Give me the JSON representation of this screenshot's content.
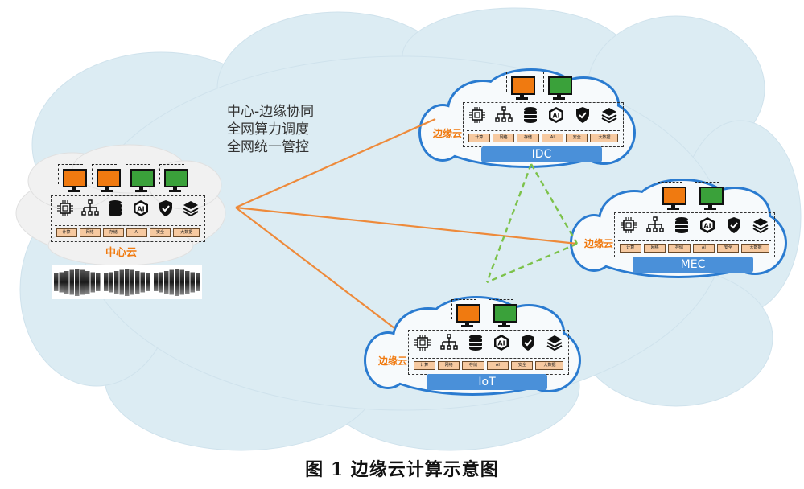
{
  "colors": {
    "background_cloud": "#dcecf3",
    "edge_cloud_border": "#2a7bd0",
    "edge_line": "#ee8a3a",
    "peer_line": "#7cc24a",
    "label_bar": "#4a90d9",
    "accent_orange": "#f07a10",
    "monitor_green": "#3aa13a"
  },
  "slogan": [
    "中心-边缘协同",
    "全网算力调度",
    "全网统一管控"
  ],
  "service_icons": [
    "cpu-chip-icon",
    "network-topology-icon",
    "database-storage-icon",
    "ai-hexagon-icon",
    "security-shield-check-icon",
    "stacked-layers-data-icon"
  ],
  "service_labels": [
    "计算",
    "网络",
    "存储",
    "AI",
    "安全",
    "大数据"
  ],
  "center_cloud": {
    "name": "中心云",
    "monitors": [
      "orange",
      "orange",
      "green",
      "green"
    ],
    "has_server_racks": true
  },
  "edge_clouds": [
    {
      "id": "idc",
      "tag": "边缘云",
      "bar_label": "IDC",
      "monitors": [
        "orange",
        "green"
      ]
    },
    {
      "id": "mec",
      "tag": "边缘云",
      "bar_label": "MEC",
      "monitors": [
        "orange",
        "green"
      ]
    },
    {
      "id": "iot",
      "tag": "边缘云",
      "bar_label": "IoT",
      "monitors": [
        "orange",
        "green"
      ]
    }
  ],
  "connections": {
    "center_to_edge": [
      "idc",
      "mec",
      "iot"
    ],
    "edge_to_edge_dashed": [
      [
        "idc",
        "mec"
      ],
      [
        "idc",
        "iot"
      ],
      [
        "mec",
        "iot"
      ]
    ]
  },
  "caption": "图  1 边缘云计算示意图"
}
